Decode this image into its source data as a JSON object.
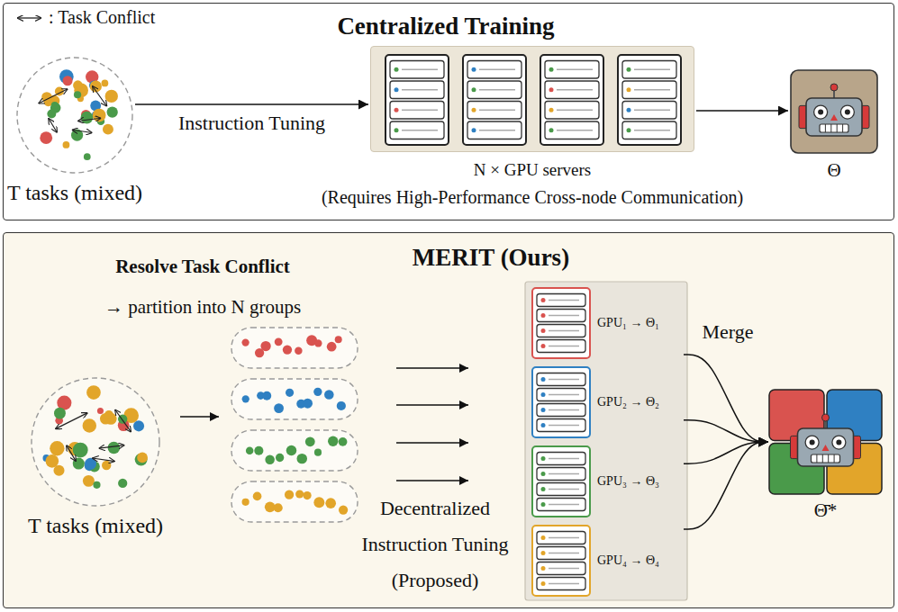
{
  "diagram": {
    "nodes": [
      {
        "text": [
          "Centralized Training"
        ]
      },
      {
        "text": [
          "T tasks (mixed)"
        ],
        "in": 0
      },
      {
        "text": [
          "N × GPU servers",
          "(Requires High-Performance Cross-node Communication)"
        ],
        "in": 0
      },
      {
        "text": [
          "Θ"
        ],
        "in": 0
      },
      {
        "text": [
          "MERIT (Ours)"
        ]
      },
      {
        "text": [
          "T tasks (mixed)"
        ],
        "in": 4
      },
      {
        "text": [
          "GPU₁ → Θ₁"
        ],
        "in": 4
      },
      {
        "text": [
          "GPU₂ → Θ₂"
        ],
        "in": 4
      },
      {
        "text": [
          "GPU₃ → Θ₃"
        ],
        "in": 4
      },
      {
        "text": [
          "GPU₄ → Θ₄"
        ],
        "in": 4
      },
      {
        "text": [
          "Θ̄*"
        ],
        "in": 4
      }
    ],
    "edges": [
      {
        "from": 1,
        "to": 2,
        "arrow": "to",
        "label": "Instruction Tuning"
      },
      {
        "from": 2,
        "to": 3,
        "arrow": "to"
      },
      {
        "from": 6,
        "to": 10,
        "arrow": "to"
      },
      {
        "from": 7,
        "to": 10,
        "arrow": "to"
      },
      {
        "from": 8,
        "to": 10,
        "arrow": "to"
      },
      {
        "from": 9,
        "to": 10,
        "arrow": "to"
      }
    ],
    "labels": [
      "Resolve Task Conflict",
      "→ partition into N groups",
      "Decentralized Instruction Tuning (Proposed)",
      "Merge"
    ],
    "legend": [
      {
        "text": ": Task Conflict"
      }
    ]
  }
}
